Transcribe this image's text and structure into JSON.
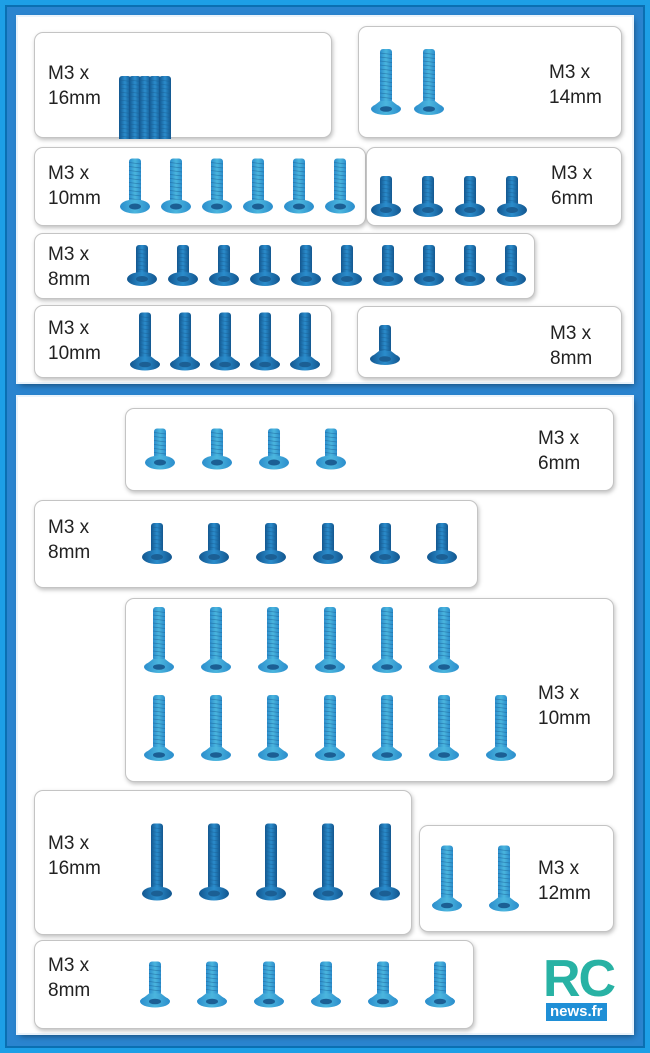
{
  "screw_colors": {
    "dark": "#12568f",
    "mid": "#2b8dcc",
    "light": "#4bb6de",
    "head_dark": "#1b5f94"
  },
  "boxes": [
    {
      "label": "M3 x\n16mm",
      "screw": "long-button",
      "count": 5
    },
    {
      "label": "M3 x\n14mm",
      "screw": "medium-countersunk-light",
      "count": 2
    },
    {
      "label": "M3 x\n10mm",
      "screw": "medium-button-light",
      "count": 6
    },
    {
      "label": "M3 x\n6mm",
      "screw": "short-button",
      "count": 4
    },
    {
      "label": "M3 x\n8mm",
      "screw": "short-button",
      "count": 10
    },
    {
      "label": "M3 x\n10mm",
      "screw": "medium-countersunk",
      "count": 5
    },
    {
      "label": "M3 x\n8mm",
      "screw": "short-countersunk",
      "count": 1
    },
    {
      "label": "M3 x\n6mm",
      "screw": "short-button-light",
      "count": 4
    },
    {
      "label": "M3 x\n8mm",
      "screw": "short-button",
      "count": 6
    },
    {
      "label": "M3 x\n10mm",
      "screw": "medium-countersunk-light",
      "count": 13
    },
    {
      "label": "M3 x\n16mm",
      "screw": "long-button",
      "count": 5
    },
    {
      "label": "M3 x\n12mm",
      "screw": "medium-countersunk-light",
      "count": 2
    },
    {
      "label": "M3 x\n8mm",
      "screw": "short-countersunk-light",
      "count": 6
    }
  ],
  "logo": {
    "text_main": "RC",
    "text_sub": "news.fr"
  }
}
